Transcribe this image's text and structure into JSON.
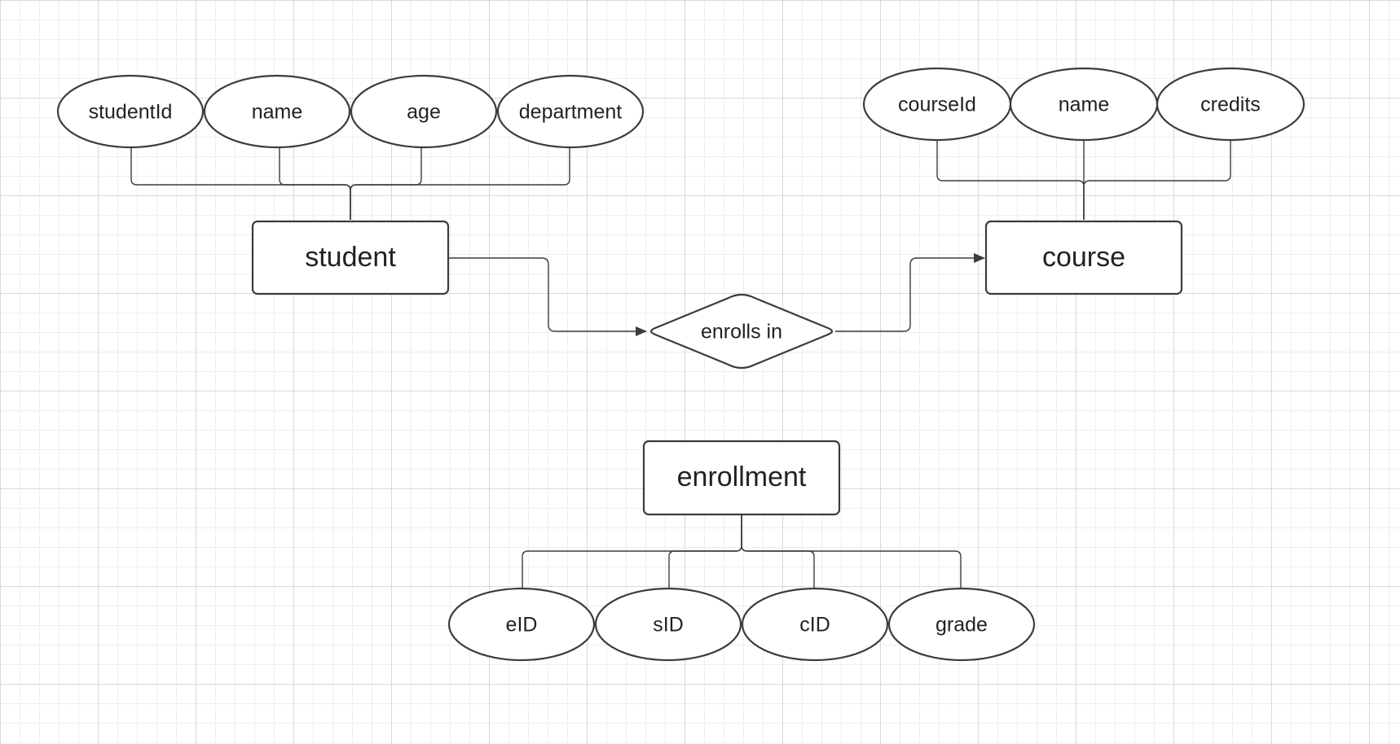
{
  "diagram": {
    "entities": [
      {
        "id": "student",
        "label": "student"
      },
      {
        "id": "course",
        "label": "course"
      },
      {
        "id": "enrollment",
        "label": "enrollment"
      }
    ],
    "relationship": {
      "id": "enrolls",
      "label": "enrolls in"
    },
    "attributes": {
      "student": [
        "studentId",
        "name",
        "age",
        "department"
      ],
      "course": [
        "courseId",
        "name",
        "credits"
      ],
      "enrollment": [
        "eID",
        "sID",
        "cID",
        "grade"
      ]
    }
  },
  "colors": {
    "stroke": "#3a3c44",
    "text": "#1f2125",
    "fill": "#ffffff"
  }
}
